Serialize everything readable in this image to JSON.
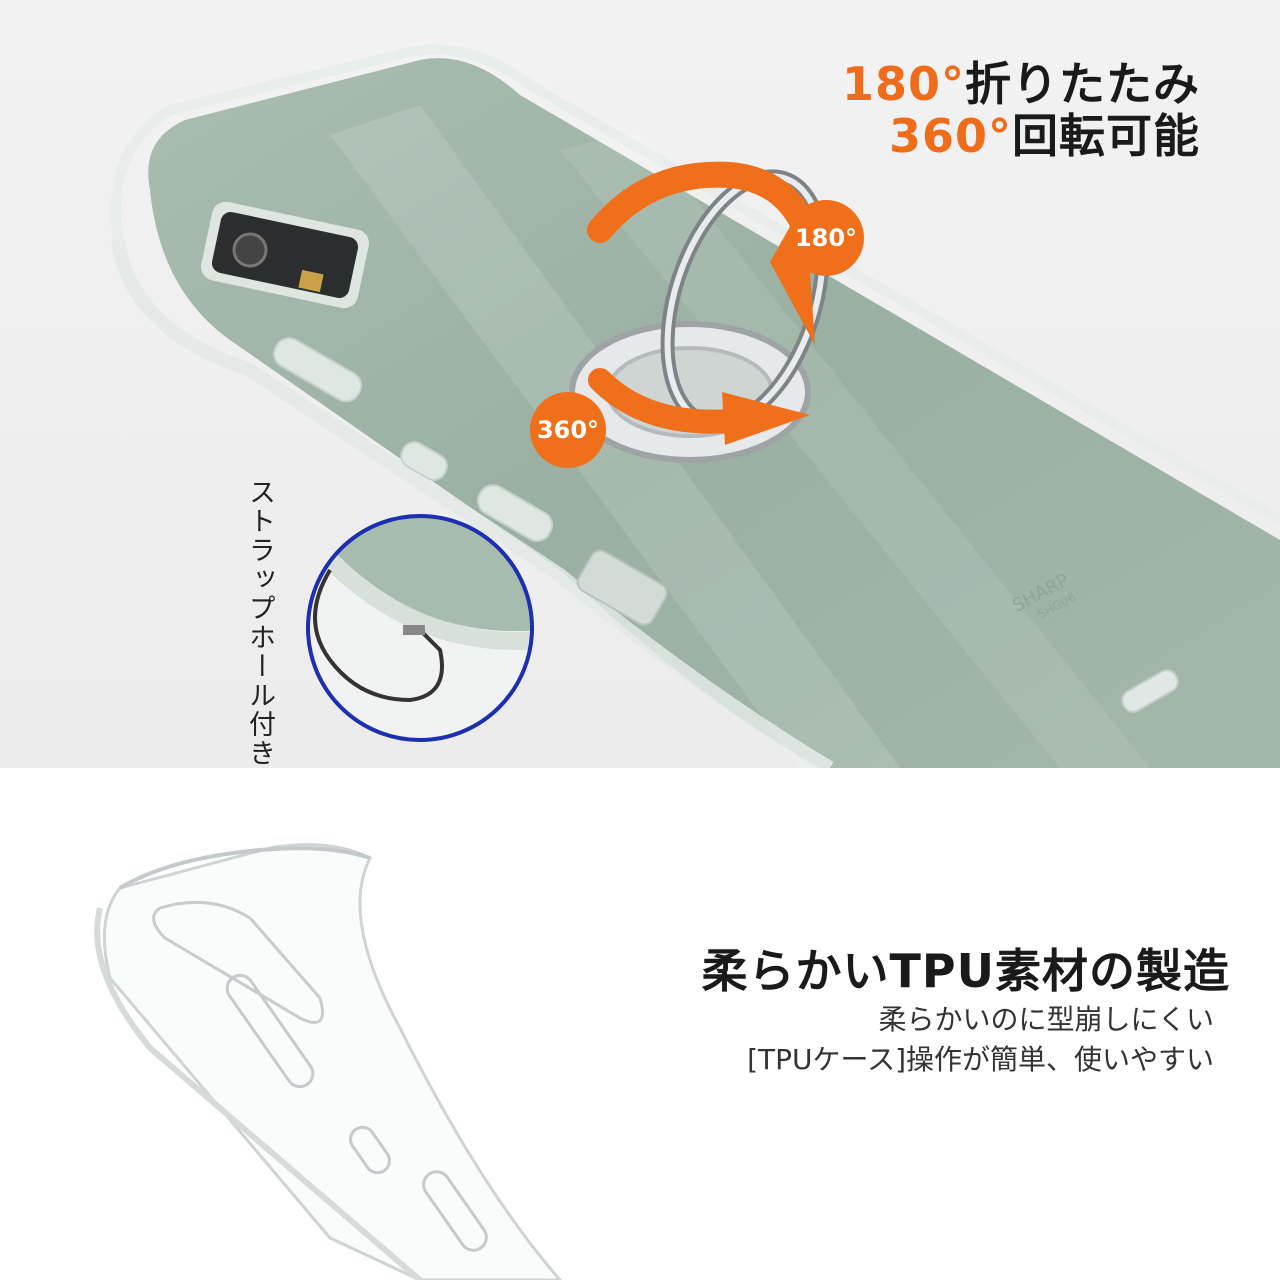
{
  "headline": {
    "line1_num": "180°",
    "line1_text": "折りたたみ",
    "line2_num": "360°",
    "line2_text": "回転可能"
  },
  "badges": {
    "fold": "180°",
    "rotate": "360°"
  },
  "phone_brand": {
    "brand": "SHARP",
    "model": "SHG06"
  },
  "strap_label": "ストラップホール付き",
  "tpu": {
    "title": "柔らかいTPU素材の製造",
    "line1": "柔らかいのに型崩しにくい",
    "line2": "[TPUケース]操作が簡単、使いやすい"
  },
  "colors": {
    "accent_orange": "#ef6f1b",
    "phone_green": "#9fb6a7",
    "zoom_ring_blue": "#1c2fb0"
  }
}
